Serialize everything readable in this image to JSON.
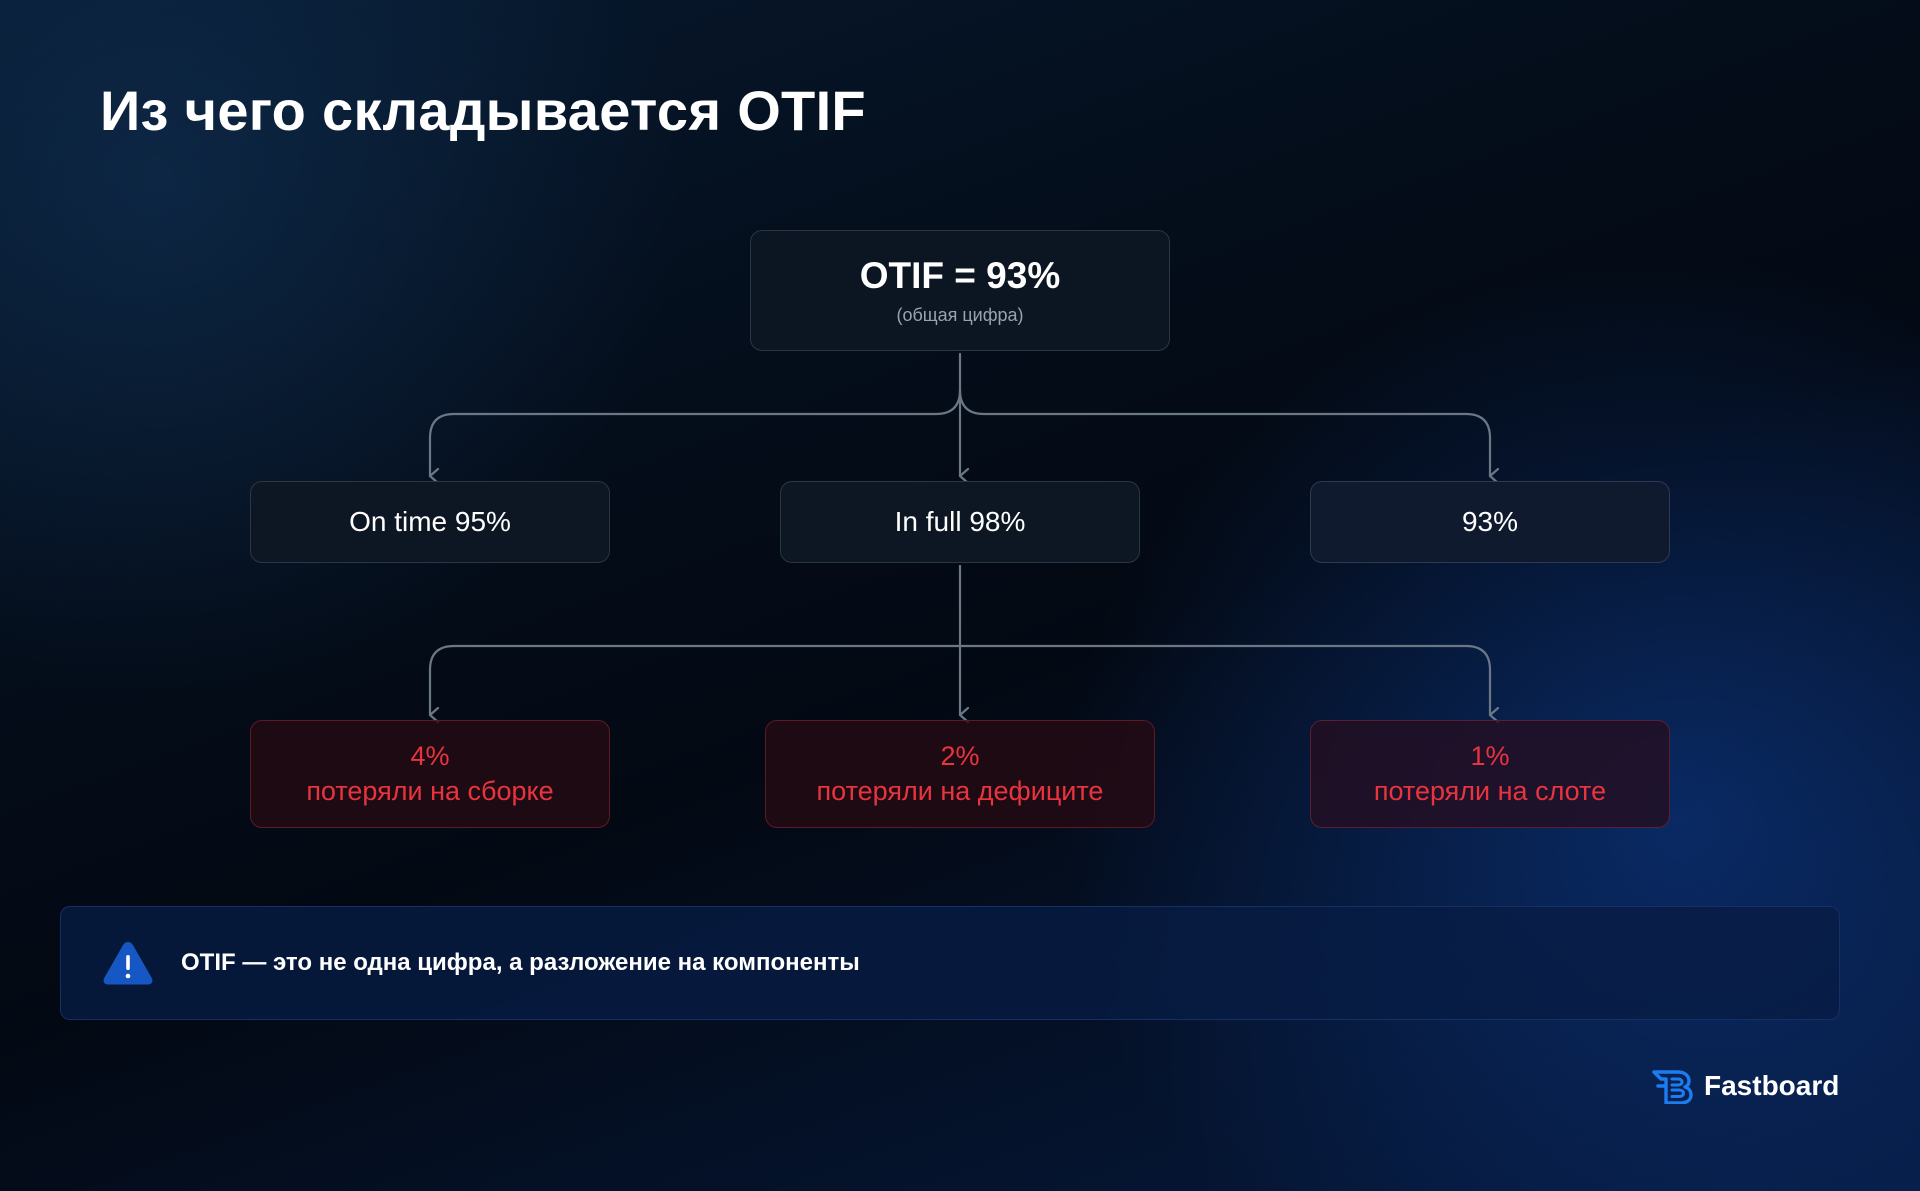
{
  "slide": {
    "title": "Из чего складывается OTIF"
  },
  "diagram": {
    "root": {
      "value": "OTIF = 93%",
      "subtitle": "(общая цифра)"
    },
    "components": [
      {
        "label": "On time 95%"
      },
      {
        "label": "In full 98%"
      },
      {
        "label": "93%"
      }
    ],
    "losses": [
      {
        "value": "4%",
        "label": "потеряли на сборке"
      },
      {
        "value": "2%",
        "label": "потеряли на дефиците"
      },
      {
        "value": "1%",
        "label": "потеряли на слоте"
      }
    ]
  },
  "callout": {
    "icon": "warning-triangle-icon",
    "text": "OTIF — это не одна цифра, а разложение на компоненты"
  },
  "brand": {
    "name": "Fastboard",
    "icon": "fastboard-logo-icon",
    "accent_color": "#1e7cf2"
  },
  "colors": {
    "loss_text": "#e8343f",
    "connector": "#6b7785"
  }
}
